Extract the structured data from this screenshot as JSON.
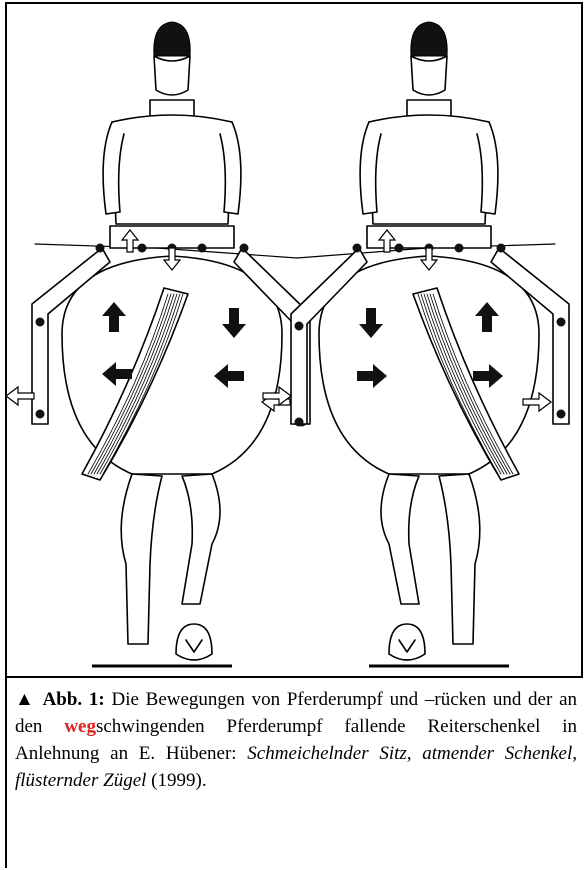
{
  "caption": {
    "marker": "▲",
    "label": "Abb. 1:",
    "text_before": " Die Bewegungen von Pferderumpf und –rücken und der an den ",
    "highlight": "weg",
    "text_after": "schwingenden Pferderumpf fallende Reiterschenkel in Anlehnung an E. Hübener: ",
    "book_title": "Schmeichelnder Sitz, atmender Schenkel, flüsternder Zügel",
    "year": " (1999)."
  },
  "colors": {
    "highlight": "#e0201e",
    "line": "#000000"
  },
  "figure": {
    "left_panel": "rider-horse-rear-view-left",
    "right_panel": "rider-horse-rear-view-right"
  }
}
